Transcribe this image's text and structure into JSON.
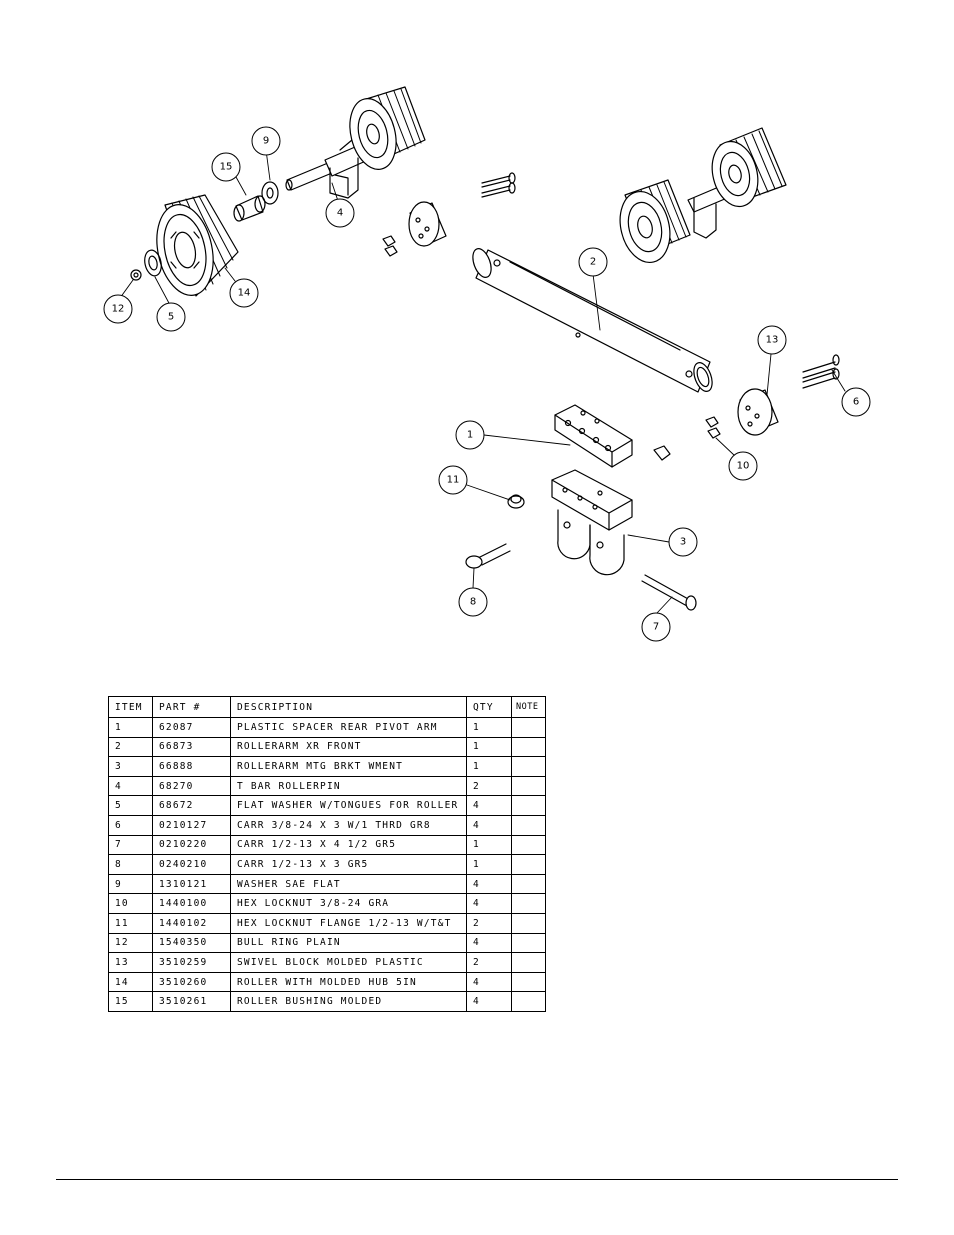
{
  "callouts": [
    "1",
    "2",
    "3",
    "4",
    "5",
    "6",
    "7",
    "8",
    "9",
    "10",
    "11",
    "12",
    "13",
    "14",
    "15"
  ],
  "table": {
    "headers": {
      "item": "ITEM",
      "part": "PART #",
      "description": "DESCRIPTION",
      "qty": "QTY",
      "note": "NOTE"
    },
    "rows": [
      {
        "item": "1",
        "part": "62087",
        "description": "PLASTIC SPACER REAR PIVOT ARM",
        "qty": "1",
        "note": ""
      },
      {
        "item": "2",
        "part": "66873",
        "description": "ROLLERARM XR FRONT",
        "qty": "1",
        "note": ""
      },
      {
        "item": "3",
        "part": "66888",
        "description": "ROLLERARM MTG BRKT WMENT",
        "qty": "1",
        "note": ""
      },
      {
        "item": "4",
        "part": "68270",
        "description": "T BAR ROLLERPIN",
        "qty": "2",
        "note": ""
      },
      {
        "item": "5",
        "part": "68672",
        "description": "FLAT WASHER W/TONGUES FOR ROLLER",
        "qty": "4",
        "note": ""
      },
      {
        "item": "6",
        "part": "0210127",
        "description": "CARR 3/8-24 X 3 W/1 THRD GR8",
        "qty": "4",
        "note": ""
      },
      {
        "item": "7",
        "part": "0210220",
        "description": "CARR 1/2-13 X 4 1/2 GR5",
        "qty": "1",
        "note": ""
      },
      {
        "item": "8",
        "part": "0240210",
        "description": "CARR 1/2-13 X 3 GR5",
        "qty": "1",
        "note": ""
      },
      {
        "item": "9",
        "part": "1310121",
        "description": "WASHER SAE FLAT",
        "qty": "4",
        "note": ""
      },
      {
        "item": "10",
        "part": "1440100",
        "description": "HEX LOCKNUT 3/8-24 GRA",
        "qty": "4",
        "note": ""
      },
      {
        "item": "11",
        "part": "1440102",
        "description": "HEX LOCKNUT FLANGE 1/2-13 W/T&T",
        "qty": "2",
        "note": ""
      },
      {
        "item": "12",
        "part": "1540350",
        "description": "BULL RING PLAIN",
        "qty": "4",
        "note": ""
      },
      {
        "item": "13",
        "part": "3510259",
        "description": "SWIVEL BLOCK MOLDED PLASTIC",
        "qty": "2",
        "note": ""
      },
      {
        "item": "14",
        "part": "3510260",
        "description": "ROLLER WITH MOLDED HUB  5IN",
        "qty": "4",
        "note": ""
      },
      {
        "item": "15",
        "part": "3510261",
        "description": "ROLLER BUSHING MOLDED",
        "qty": "4",
        "note": ""
      }
    ]
  }
}
